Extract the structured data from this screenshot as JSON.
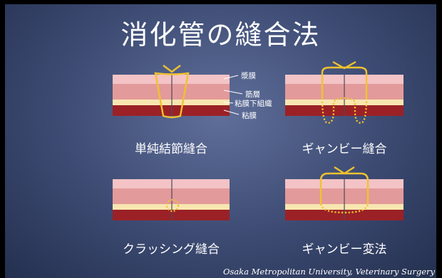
{
  "title": "消化管の縫合法",
  "layer_labels": {
    "serosa": "漿膜",
    "muscle": "筋層",
    "submucosa": "粘膜下組織",
    "mucosa": "粘膜"
  },
  "captions": {
    "simple_interrupted": "単純結節縫合",
    "gambee": "ギャンビー縫合",
    "crushing": "クラッシング縫合",
    "gambee_modified": "ギャンビー変法"
  },
  "credit": "Osaka Metropolitan University, Veterinary Surgery",
  "colors": {
    "serosa": "#f3c3c6",
    "muscle": "#e39a9a",
    "submucosa": "#f8e6b0",
    "mucosa": "#9b2126",
    "suture": "#f2c22e"
  }
}
